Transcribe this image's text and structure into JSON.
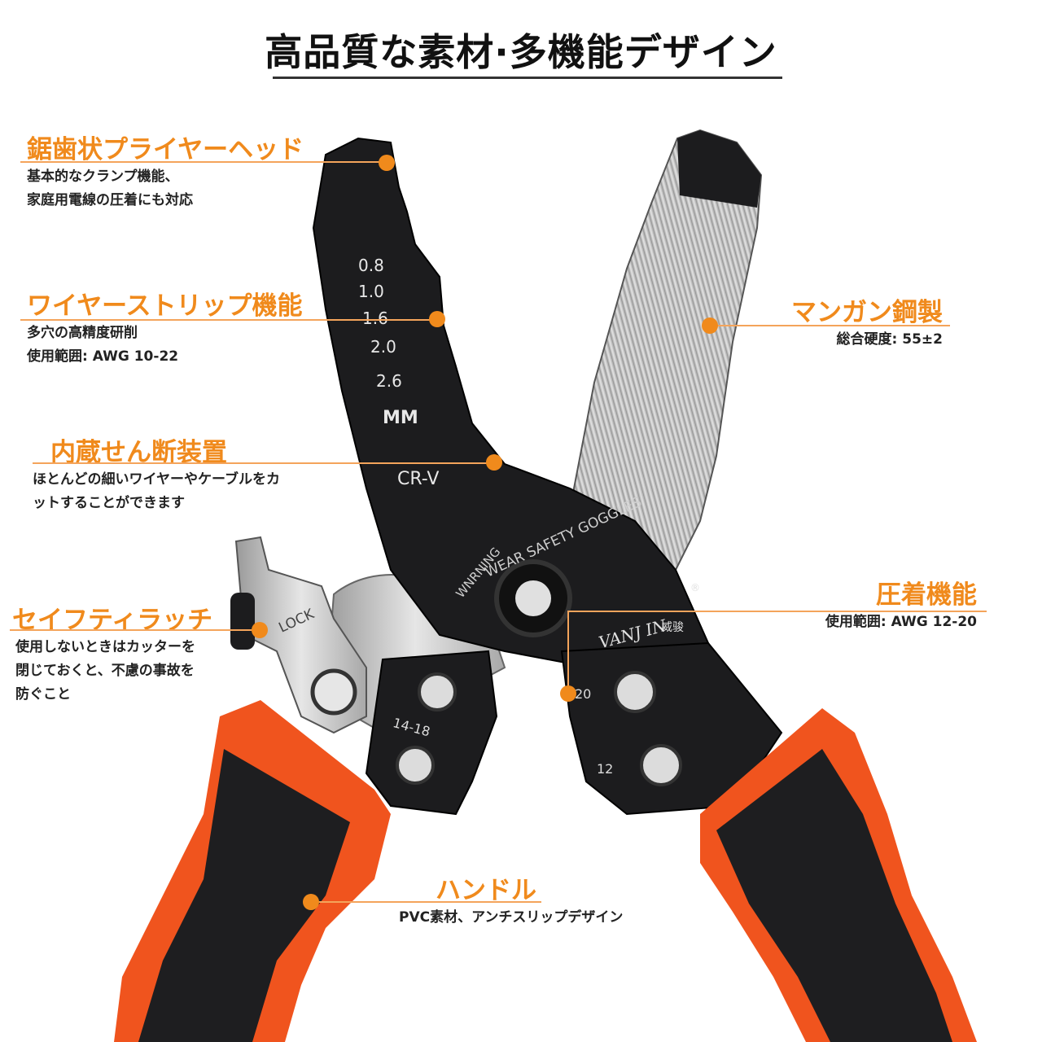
{
  "title": "高品質な素材·多機能デザイン",
  "features": {
    "pliers_head": {
      "title": "鋸歯状プライヤーヘッド",
      "lines": [
        "基本的なクランプ機能、",
        "家庭用電線の圧着にも対応"
      ]
    },
    "wire_strip": {
      "title": "ワイヤーストリップ機能",
      "lines": [
        "多穴の高精度研削",
        "使用範囲: AWG 10-22"
      ]
    },
    "cutter": {
      "title": "内蔵せん断装置",
      "lines": [
        "ほとんどの細いワイヤーやケーブルをカ",
        "ットすることができます"
      ]
    },
    "latch": {
      "title": "セイフティラッチ",
      "lines": [
        "使用しないときはカッターを",
        "閉じておくと、不慮の事故を",
        "防ぐこと"
      ]
    },
    "steel": {
      "title": "マンガン鋼製",
      "lines": [
        "総合硬度: 55±2"
      ]
    },
    "crimp": {
      "title": "圧着機能",
      "lines": [
        "使用範囲: AWG 12-20"
      ]
    },
    "handle": {
      "title": "ハンドル",
      "lines": [
        "PVC素材、アンチスリップデザイン"
      ]
    }
  },
  "tool_marks": {
    "sizes": [
      "0.8",
      "1.0",
      "1.6",
      "2.0",
      "2.6"
    ],
    "unit": "MM",
    "material": "CR-V",
    "warning_1": "WNRNING",
    "warning_2": "WEAR SAFETY GOGGLES",
    "brand": "VANJ IN",
    "brand_reg": "®",
    "brand_cn": "威骏",
    "lock": "LOCK",
    "crimp_a": "14-18",
    "crimp_b": "20",
    "crimp_c": "12"
  },
  "colors": {
    "accent": "#f08a1c",
    "handle": "#f0541e",
    "body": "#1c1c1e",
    "steel": "#c8c8c8"
  }
}
